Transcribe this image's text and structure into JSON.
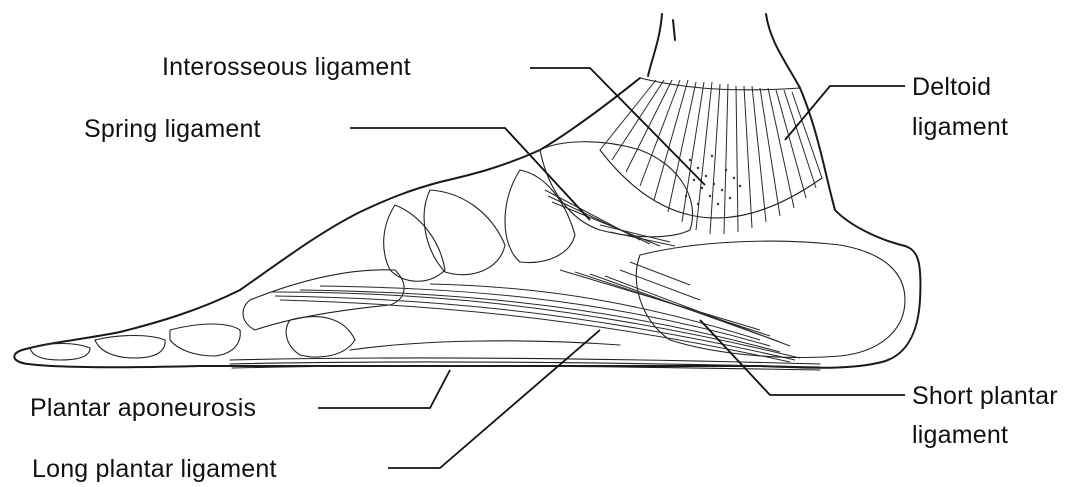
{
  "labels": {
    "interosseous": "Interosseous ligament",
    "spring": "Spring ligament",
    "deltoid_line1": "Deltoid",
    "deltoid_line2": "ligament",
    "plantar_aponeurosis": "Plantar aponeurosis",
    "long_plantar": "Long plantar ligament",
    "short_plantar_line1": "Short plantar",
    "short_plantar_line2": "ligament"
  }
}
